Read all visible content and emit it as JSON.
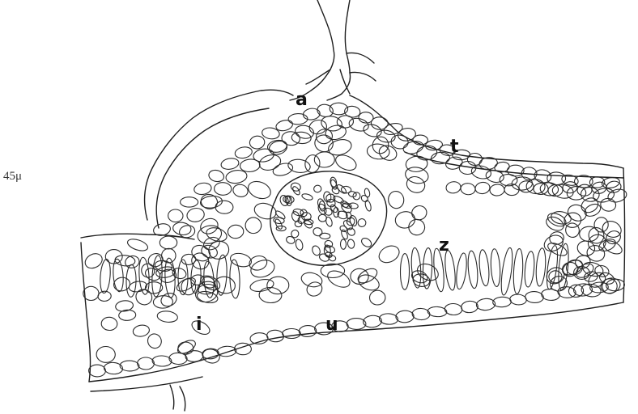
{
  "figure": {
    "scale_label": "45μ",
    "labels": {
      "a": "a",
      "t": "t",
      "z": "z",
      "i": "i",
      "u": "u"
    }
  },
  "colors": {
    "line": "#1e1e1e",
    "background": "#ffffff"
  }
}
